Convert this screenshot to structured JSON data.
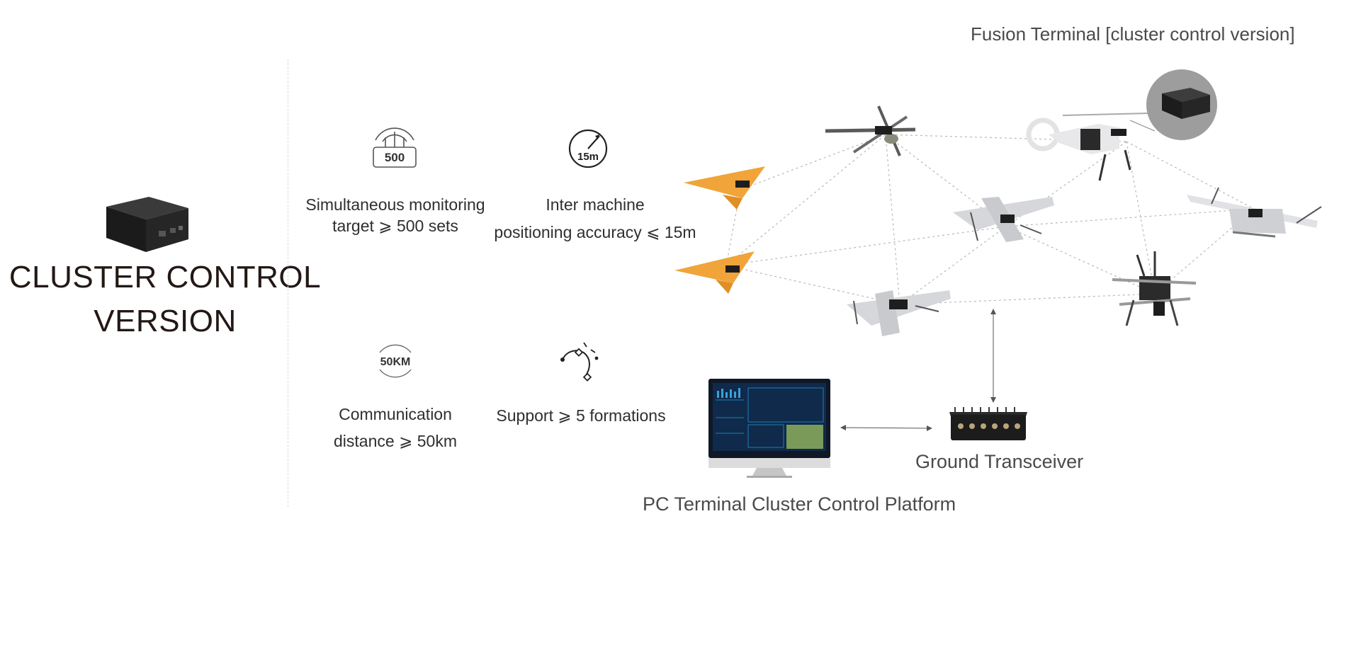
{
  "product": {
    "title_line1": "CLUSTER CONTROL",
    "title_line2": "VERSION",
    "device_icon": "black-box-terminal-icon"
  },
  "features": [
    {
      "icon": "antenna-500-icon",
      "icon_text": "500",
      "line1": "Simultaneous monitoring",
      "line2": "target ⩾ 500 sets"
    },
    {
      "icon": "stopwatch-15m-icon",
      "icon_text": "15m",
      "line1": "Inter machine",
      "line2": "positioning accuracy ⩽ 15m"
    },
    {
      "icon": "distance-50km-icon",
      "icon_text": "50KM",
      "line1": "Communication",
      "line2": "distance ⩾ 50km"
    },
    {
      "icon": "formation-route-icon",
      "icon_text": "",
      "line1": "Support ⩾ 5 formations",
      "line2": ""
    }
  ],
  "diagram": {
    "fusion_terminal_label": "Fusion Terminal [cluster control version]",
    "ground_transceiver_label": "Ground Transceiver",
    "pc_platform_label": "PC Terminal Cluster Control Platform"
  },
  "colors": {
    "title": "#231815",
    "text": "#2f2f2f",
    "drone_orange": "#f0a43a",
    "drone_gray": "#d9dadd",
    "terminal_black": "#1e1e1e",
    "link_line": "#b5b5b5"
  }
}
